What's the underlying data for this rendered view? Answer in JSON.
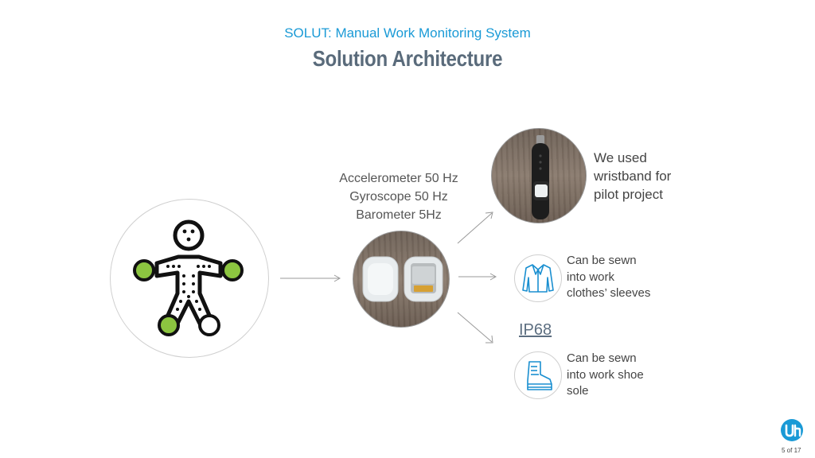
{
  "header": {
    "subtitle": "SOLUT: Manual Work Monitoring System",
    "title": "Solution Architecture"
  },
  "sensors": {
    "line1": "Accelerometer 50 Hz",
    "line2": "Gyroscope 50 Hz",
    "line3": "Barometer 5Hz"
  },
  "wristband": {
    "line1": "We used",
    "line2": "wristband for",
    "line3": "pilot project"
  },
  "sleeves": {
    "line1": "Can be sewn",
    "line2": "into work",
    "line3": "clothes’ sleeves"
  },
  "rating": "IP68",
  "shoe": {
    "line1": "Can be sewn",
    "line2": "into work shoe",
    "line3": "sole"
  },
  "footer": {
    "page": "5 of 17"
  },
  "colors": {
    "accent_blue": "#1a9ad6",
    "title_gray": "#5a6b7b",
    "sensor_green": "#8cc540"
  },
  "icons": {
    "body": "body-sensors-icon",
    "jacket": "jacket-icon",
    "boot": "boot-icon",
    "logo": "company-logo-icon"
  }
}
